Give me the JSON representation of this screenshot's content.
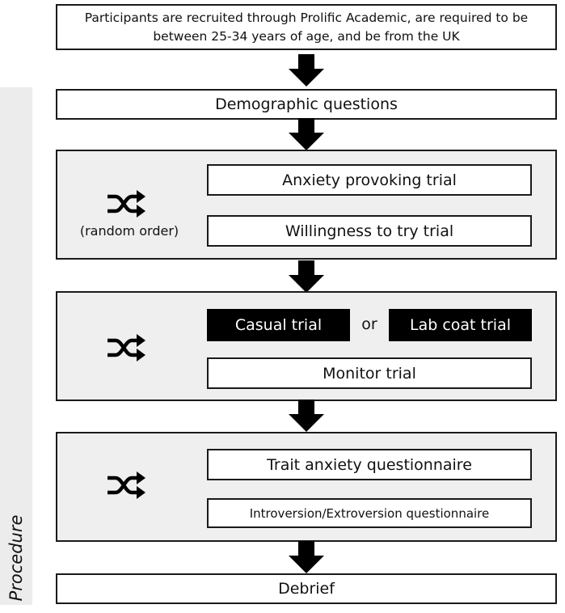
{
  "recruitment": "Participants are recruited through Prolific Academic, are required to be between 25-34 years of age, and be from the UK",
  "side_label": "Procedure",
  "demographics": "Demographic questions",
  "group1": {
    "random_note": "(random order)",
    "items": [
      "Anxiety provoking trial",
      "Willingness to try trial"
    ]
  },
  "group2": {
    "option_a": "Casual trial",
    "or_text": "or",
    "option_b": "Lab coat trial",
    "item": "Monitor trial"
  },
  "group3": {
    "items": [
      "Trait anxiety questionnaire",
      "Introversion/Extroversion questionnaire"
    ]
  },
  "debrief": "Debrief",
  "icons": {
    "shuffle": "shuffle-icon",
    "arrow": "down-arrow-icon"
  }
}
